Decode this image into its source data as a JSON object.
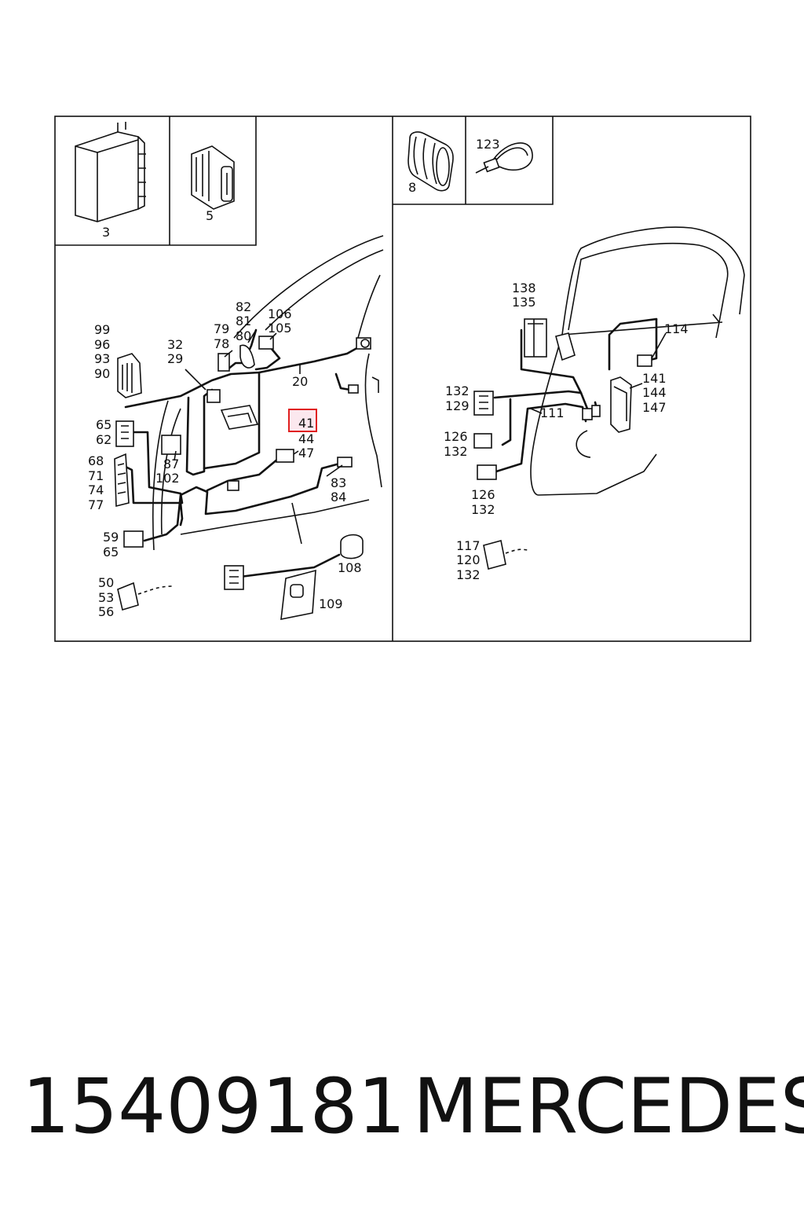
{
  "callouts": {
    "p3": "3",
    "p5": "5",
    "p8": "8",
    "p123": "123",
    "p99": "99",
    "p96": "96",
    "p93": "93",
    "p90": "90",
    "p32": "32",
    "p29": "29",
    "p79": "79",
    "p78": "78",
    "p82": "82",
    "p81": "81",
    "p80": "80",
    "p106": "106",
    "p105": "105",
    "p20": "20",
    "p65a": "65",
    "p62": "62",
    "p68": "68",
    "p71": "71",
    "p74": "74",
    "p77": "77",
    "p87": "87",
    "p102": "102",
    "p41": "41",
    "p44": "44",
    "p47": "47",
    "p83": "83",
    "p84": "84",
    "p59": "59",
    "p65b": "65",
    "p108": "108",
    "p109": "109",
    "p50": "50",
    "p53": "53",
    "p56": "56",
    "p138": "138",
    "p135": "135",
    "p114": "114",
    "p132a": "132",
    "p129": "129",
    "p111": "111",
    "p141": "141",
    "p144": "144",
    "p147": "147",
    "p126a": "126",
    "p132b": "132",
    "p126b": "126",
    "p132c": "132",
    "p117": "117",
    "p120": "120",
    "p132d": "132"
  },
  "highlighted_callout": "41",
  "highlight_color": "#e02020",
  "footer": {
    "part_number": "15409181",
    "brand": "MERCEDES"
  }
}
